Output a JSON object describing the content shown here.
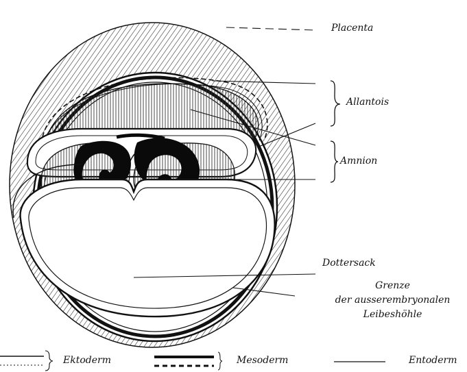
{
  "labels": {
    "placenta": "Placenta",
    "allantois": "Allantois",
    "amnion": "Amnion",
    "dottersack": "Dottersack",
    "grenze_line1": "Grenze",
    "grenze_line2": "der ausserembryonalen",
    "grenze_line3": "Leibeshöhle"
  },
  "legend": {
    "ektoderm": "Ektoderm",
    "mesoderm": "Mesoderm",
    "entoderm": "Entoderm"
  },
  "colors": {
    "ink": "#111111",
    "background": "#ffffff"
  }
}
